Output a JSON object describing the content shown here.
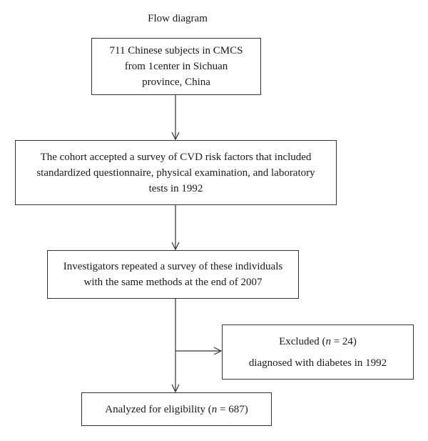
{
  "title": "Flow diagram",
  "boxes": {
    "enrolled": {
      "lines": [
        "711 Chinese subjects in CMCS",
        "from 1center in Sichuan",
        "province, China"
      ]
    },
    "baseline_survey": {
      "lines": [
        "The cohort accepted a survey of CVD risk factors that included",
        "standardized questionnaire, physical examination, and laboratory",
        "tests in 1992"
      ]
    },
    "repeat_survey": {
      "lines": [
        "Investigators repeated a survey of these individuals",
        "with the same methods at the end of 2007"
      ]
    },
    "excluded": {
      "label": "Excluded (",
      "n_symbol": "n",
      "n_value": " = 24)",
      "reason": "diagnosed with diabetes in 1992"
    },
    "analyzed": {
      "label": "Analyzed for eligibility (",
      "n_symbol": "n",
      "n_value": " = 687)"
    }
  }
}
